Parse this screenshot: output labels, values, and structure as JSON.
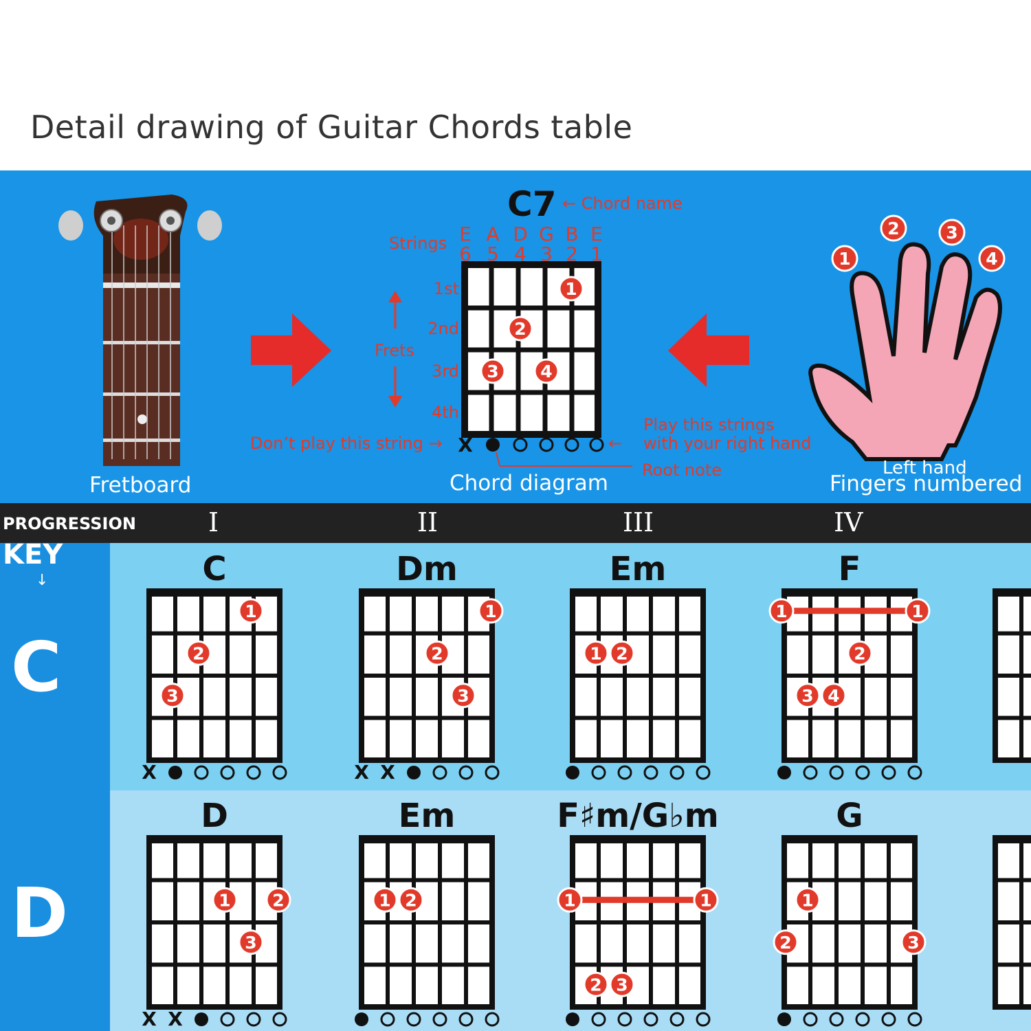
{
  "title": "Detail drawing of Guitar Chords table",
  "legend": {
    "fretboard_label": "Fretboard",
    "diagram_label": "Chord diagram",
    "hand_label_top": "Left hand",
    "hand_label_bottom": "Fingers numbered",
    "example_chord": "C7",
    "chord_name_note": "Chord name",
    "strings_label": "Strings",
    "string_names": [
      "E",
      "A",
      "D",
      "G",
      "B",
      "E"
    ],
    "string_numbers": [
      "6",
      "5",
      "4",
      "3",
      "2",
      "1"
    ],
    "fret_labels": [
      "1st",
      "2nd",
      "3rd",
      "4th"
    ],
    "frets_label": "Frets",
    "dont_play": "Don’t play this string",
    "play_strings_1": "Play this strings",
    "play_strings_2": "with your right hand",
    "root_note": "Root note",
    "mute_symbol": "X",
    "finger_numbers": [
      "1",
      "2",
      "3",
      "4"
    ]
  },
  "table": {
    "progression_label": "PROGRESSION",
    "key_label": "KEY",
    "progression_numerals": [
      "I",
      "II",
      "III",
      "IV"
    ],
    "keys": [
      {
        "key": "C",
        "chords": [
          {
            "name": "C",
            "open": [
              "X",
              "R",
              "O",
              "O",
              "O",
              "O"
            ],
            "dots": [
              {
                "s": 4,
                "f": 1,
                "n": "1"
              },
              {
                "s": 2,
                "f": 2,
                "n": "2"
              },
              {
                "s": 1,
                "f": 3,
                "n": "3"
              }
            ]
          },
          {
            "name": "Dm",
            "open": [
              "X",
              "X",
              "R",
              "O",
              "O",
              "O"
            ],
            "dots": [
              {
                "s": 5,
                "f": 1,
                "n": "1"
              },
              {
                "s": 3,
                "f": 2,
                "n": "2"
              },
              {
                "s": 4,
                "f": 3,
                "n": "3"
              }
            ]
          },
          {
            "name": "Em",
            "open": [
              "R",
              "O",
              "O",
              "O",
              "O",
              "O"
            ],
            "dots": [
              {
                "s": 1,
                "f": 2,
                "n": "1"
              },
              {
                "s": 2,
                "f": 2,
                "n": "2"
              }
            ]
          },
          {
            "name": "F",
            "open": [
              "R",
              "O",
              "O",
              "O",
              "O",
              "O"
            ],
            "barre": {
              "f": 1,
              "n": "1"
            },
            "dots": [
              {
                "s": 3,
                "f": 2,
                "n": "2"
              },
              {
                "s": 1,
                "f": 3,
                "n": "3"
              },
              {
                "s": 2,
                "f": 3,
                "n": "4"
              }
            ]
          }
        ]
      },
      {
        "key": "D",
        "chords": [
          {
            "name": "D",
            "open": [
              "X",
              "X",
              "R",
              "O",
              "O",
              "O"
            ],
            "dots": [
              {
                "s": 3,
                "f": 2,
                "n": "1"
              },
              {
                "s": 5,
                "f": 2,
                "n": "2"
              },
              {
                "s": 4,
                "f": 3,
                "n": "3"
              }
            ]
          },
          {
            "name": "Em",
            "open": [
              "R",
              "O",
              "O",
              "O",
              "O",
              "O"
            ],
            "dots": [
              {
                "s": 1,
                "f": 2,
                "n": "1"
              },
              {
                "s": 2,
                "f": 2,
                "n": "2"
              }
            ]
          },
          {
            "name": "F♯m/G♭m",
            "open": [
              "R",
              "O",
              "O",
              "O",
              "O",
              "O"
            ],
            "barre": {
              "f": 2,
              "n": "1"
            },
            "dots": [
              {
                "s": 1,
                "f": 4,
                "n": "2"
              },
              {
                "s": 2,
                "f": 4,
                "n": "3"
              }
            ]
          },
          {
            "name": "G",
            "open": [
              "R",
              "O",
              "O",
              "O",
              "O",
              "O"
            ],
            "dots": [
              {
                "s": 1,
                "f": 2,
                "n": "1"
              },
              {
                "s": 0,
                "f": 3,
                "n": "2"
              },
              {
                "s": 5,
                "f": 3,
                "n": "3"
              }
            ]
          }
        ]
      }
    ]
  },
  "colors": {
    "legend_bg": "#1994e6",
    "accent_red": "#e23a2a",
    "row1_bg": "#7cd0f2",
    "row2_bg": "#a9dcf5",
    "header_bg": "#222222"
  }
}
